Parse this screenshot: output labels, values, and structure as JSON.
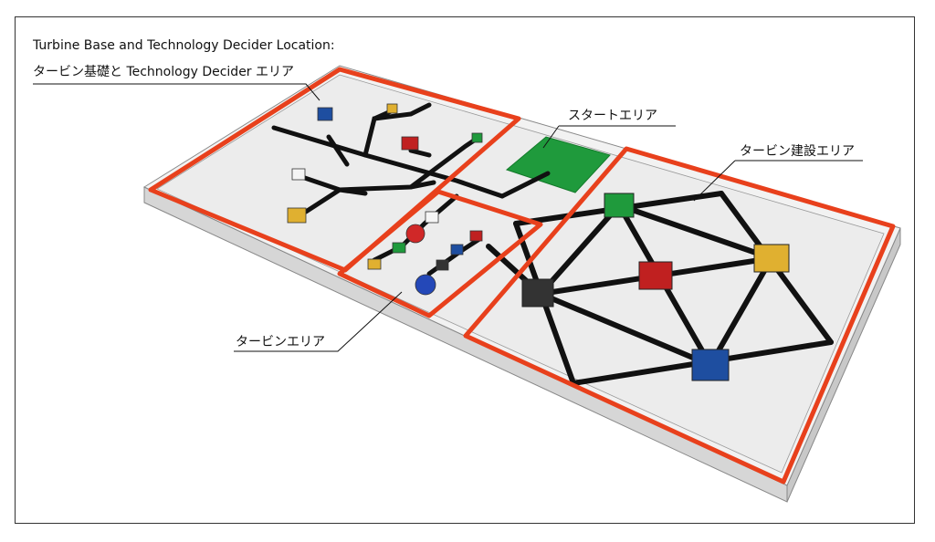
{
  "labels": {
    "base_title_en": "Turbine Base and Technology Decider Location:",
    "base_title_jp": "タービン基礎と Technology Decider エリア",
    "start_area": "スタートエリア",
    "construction_area": "タービン建設エリア",
    "turbine_area": "タービンエリア"
  },
  "colors": {
    "area_outline": "#e8401c",
    "start_pad": "#1f9a3c",
    "board": "#eeeeee",
    "line": "#111111"
  }
}
